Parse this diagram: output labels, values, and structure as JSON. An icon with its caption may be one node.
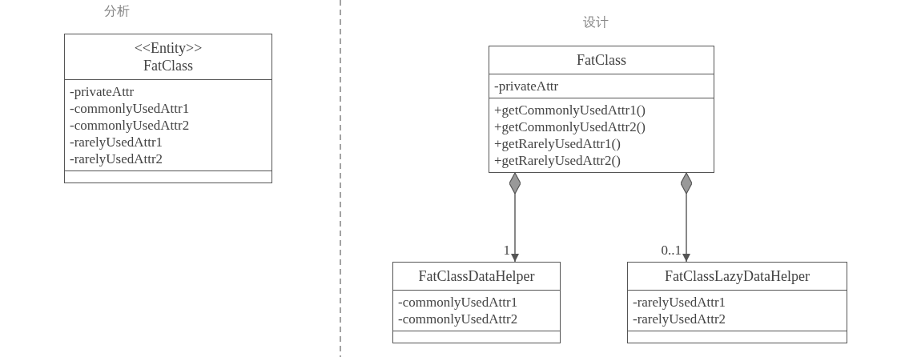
{
  "diagram": {
    "nodes": [
      {
        "text": [
          "<<Entity>>",
          "FatClass"
        ]
      },
      {
        "text": [
          "-privateAttr",
          "-commonlyUsedAttr1",
          "-commonlyUsedAttr2",
          "-rarelyUsedAttr1",
          "-rarelyUsedAttr2"
        ],
        "in": 0
      },
      {
        "text": [],
        "shape": "box",
        "in": 0
      },
      {
        "text": [
          "FatClass"
        ]
      },
      {
        "text": [
          "-privateAttr"
        ],
        "in": 3
      },
      {
        "text": [
          "+getCommonlyUsedAttr1()",
          "+getCommonlyUsedAttr2()",
          "+getRarelyUsedAttr1()",
          "+getRarelyUsedAttr2()"
        ],
        "in": 3
      },
      {
        "text": [
          "FatClassDataHelper"
        ]
      },
      {
        "text": [
          "-commonlyUsedAttr1",
          "-commonlyUsedAttr2"
        ],
        "in": 6
      },
      {
        "text": [],
        "shape": "box",
        "in": 6
      },
      {
        "text": [
          "FatClassLazyDataHelper"
        ]
      },
      {
        "text": [
          "-rarelyUsedAttr1",
          "-rarelyUsedAttr2"
        ],
        "in": 9
      },
      {
        "text": [],
        "shape": "box",
        "in": 9
      }
    ],
    "edges": [
      {
        "from": 3,
        "to": 6,
        "arrow": "to",
        "label": "1"
      },
      {
        "from": 3,
        "to": 9,
        "arrow": "to",
        "label": "0..1"
      }
    ],
    "labels": [
      "分析",
      "设计"
    ]
  }
}
